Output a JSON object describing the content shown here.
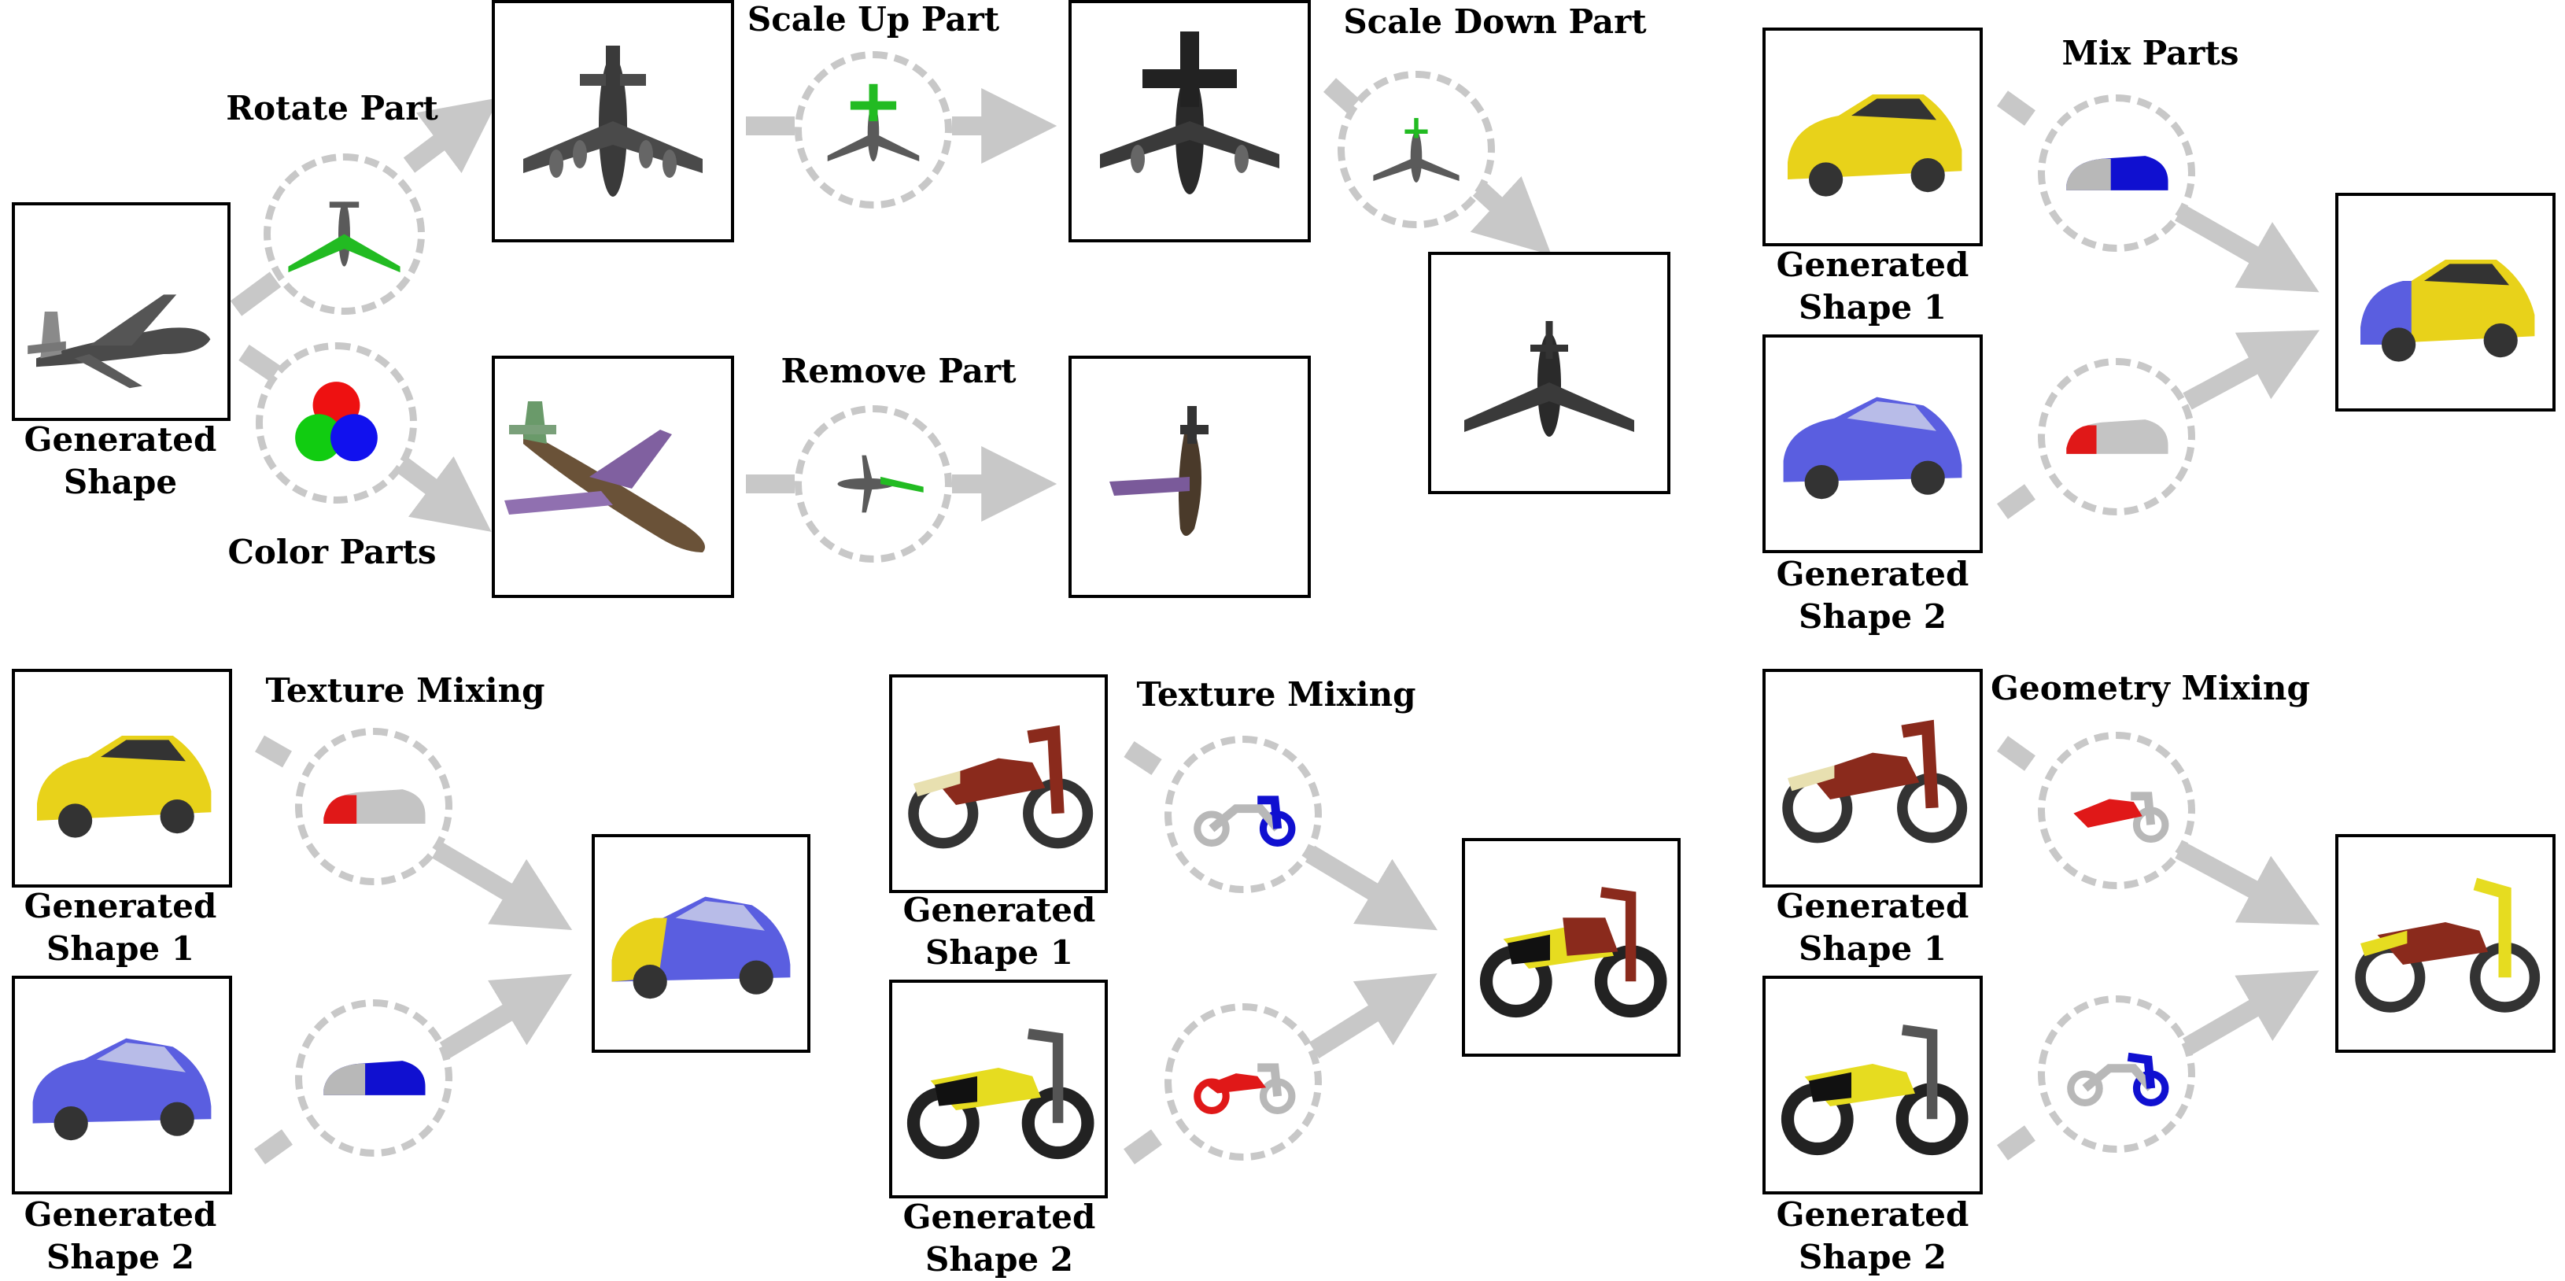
{
  "colors": {
    "arrow": "#c8c8c8",
    "frame": "#000000",
    "plane_gray": "#4a4a4a",
    "part_green": "#22bb22",
    "yellow_car": "#e8d21a",
    "blue_car": "#5a5ee0",
    "red_part": "#e01818",
    "blue_part": "#1010d0",
    "moto_brown": "#8a2a1c",
    "moto_yellow": "#e6dc20"
  },
  "labels": {
    "generated_shape_l1": "Generated",
    "generated_shape_l2": "Shape",
    "rotate_part": "Rotate Part",
    "color_parts": "Color Parts",
    "scale_up_part": "Scale Up Part",
    "remove_part": "Remove Part",
    "scale_down_part": "Scale Down Part",
    "mix_parts": "Mix Parts",
    "texture_mixing": "Texture Mixing",
    "geometry_mixing": "Geometry Mixing",
    "generated_shape_1_l1": "Generated",
    "generated_shape_1_l2": "Shape 1",
    "generated_shape_2_l1": "Generated",
    "generated_shape_2_l2": "Shape 2"
  },
  "icons": {
    "plane": "airplane-icon",
    "car": "car-icon",
    "motorcycle": "motorcycle-icon",
    "rgb": "rgb-circles-icon"
  }
}
